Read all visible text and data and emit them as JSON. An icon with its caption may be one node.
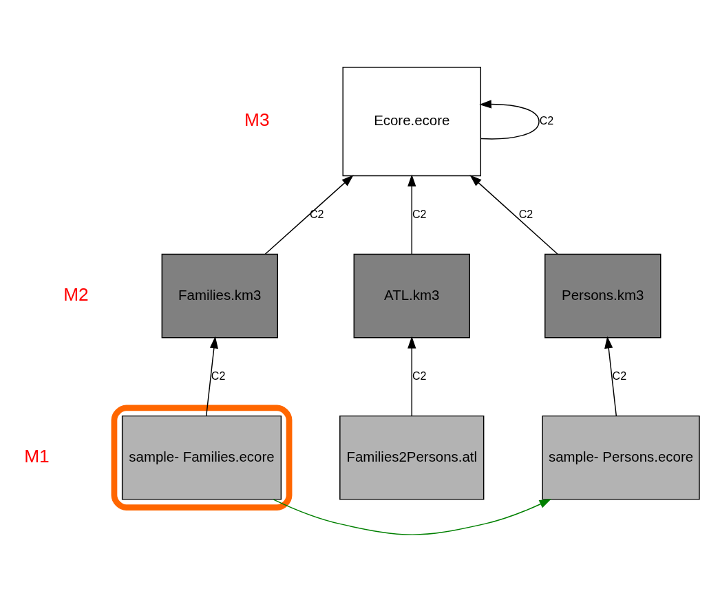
{
  "diagram": {
    "nodes": [
      {
        "text": [
          "Ecore.ecore"
        ]
      },
      {
        "text": [
          "Families.km3"
        ]
      },
      {
        "text": [
          "ATL.km3"
        ]
      },
      {
        "text": [
          "Persons.km3"
        ]
      },
      {
        "text": [
          "Families2Persons.atl"
        ]
      },
      {
        "text": [],
        "shape": "ellipse"
      },
      {
        "text": [
          "sample- Families.ecore"
        ],
        "in": 5
      },
      {
        "text": [
          "sample- Persons.ecore"
        ]
      }
    ],
    "edges": [
      {
        "from": 0,
        "to": 0,
        "arrow": "to",
        "label": "C2"
      },
      {
        "from": 1,
        "to": 0,
        "arrow": "to",
        "label": "C2"
      },
      {
        "from": 2,
        "to": 0,
        "arrow": "to",
        "label": "C2"
      },
      {
        "from": 3,
        "to": 0,
        "arrow": "to",
        "label": "C2"
      },
      {
        "from": 6,
        "to": 1,
        "arrow": "to",
        "label": "C2"
      },
      {
        "from": 4,
        "to": 2,
        "arrow": "to",
        "label": "C2"
      },
      {
        "from": 7,
        "to": 3,
        "arrow": "to",
        "label": "C2"
      },
      {
        "from": 6,
        "to": 7,
        "arrow": "to",
        "color": "#008000"
      }
    ],
    "labels": [
      "M3",
      "M2",
      "M1"
    ]
  }
}
